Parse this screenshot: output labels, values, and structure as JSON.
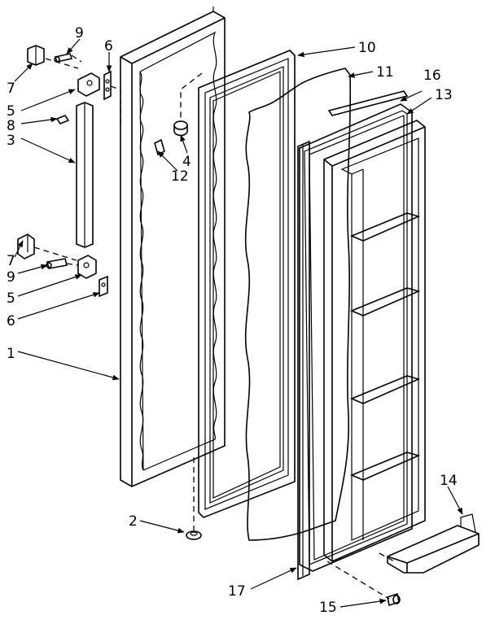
{
  "callouts": {
    "c1": "1",
    "c2": "2",
    "c3": "3",
    "c4": "4",
    "c5a": "5",
    "c5b": "5",
    "c6a": "6",
    "c6b": "6",
    "c7a": "7",
    "c7b": "7",
    "c8": "8",
    "c9a": "9",
    "c9b": "9",
    "c10": "10",
    "c11": "11",
    "c12": "12",
    "c13": "13",
    "c14": "14",
    "c15": "15",
    "c16": "16",
    "c17": "17"
  },
  "colors": {
    "ink": "#000000",
    "paper": "#ffffff"
  }
}
